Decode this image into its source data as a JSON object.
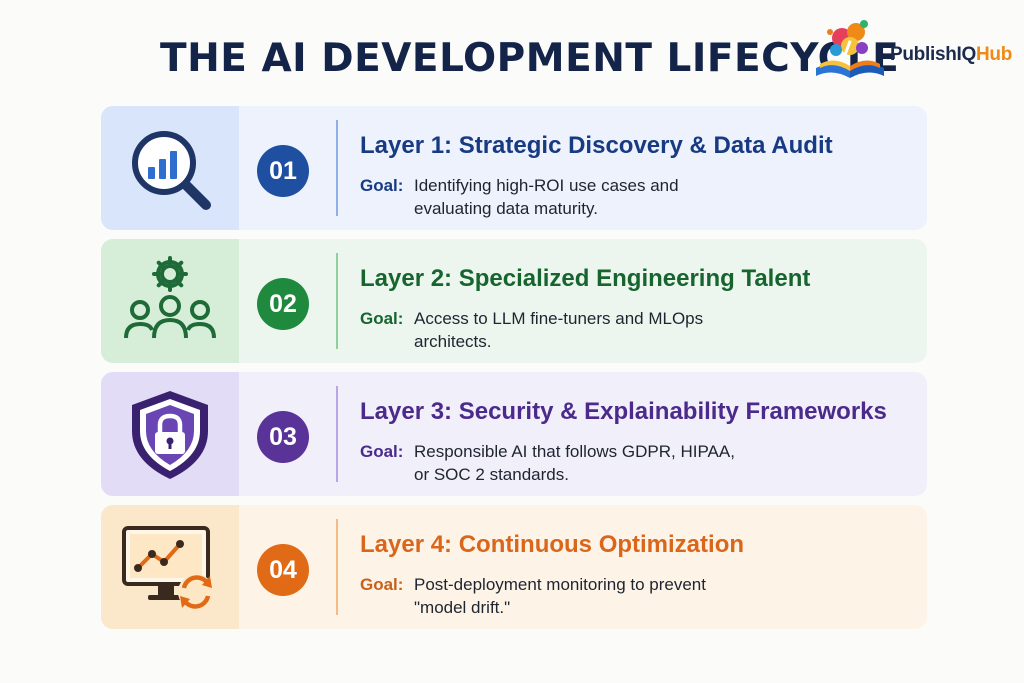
{
  "page": {
    "title": "THE AI DEVELOPMENT LIFECYCLE"
  },
  "logo": {
    "text_part1": "PublishIQ",
    "text_part2": "Hub",
    "icon": "open-book-icon"
  },
  "layers": [
    {
      "number": "01",
      "title": "Layer 1: Strategic Discovery & Data Audit",
      "goal_label": "Goal:",
      "goal_text": "Identifying high-ROI use cases and evaluating data maturity.",
      "icon": "magnifier-chart-icon",
      "accent": "#1f4fa0"
    },
    {
      "number": "02",
      "title": "Layer 2: Specialized Engineering Talent",
      "goal_label": "Goal:",
      "goal_text": "Access to LLM fine-tuners and MLOps architects.",
      "icon": "team-gear-icon",
      "accent": "#1f8a3e"
    },
    {
      "number": "03",
      "title": "Layer 3: Security & Explainability Frameworks",
      "goal_label": "Goal:",
      "goal_text": "Responsible AI that follows GDPR, HIPAA, or SOC 2 standards.",
      "icon": "shield-lock-icon",
      "accent": "#5a3399"
    },
    {
      "number": "04",
      "title": "Layer 4: Continuous Optimization",
      "goal_label": "Goal:",
      "goal_text": "Post-deployment monitoring to prevent \"model drift.\"",
      "icon": "monitor-refresh-icon",
      "accent": "#e06a16"
    }
  ]
}
